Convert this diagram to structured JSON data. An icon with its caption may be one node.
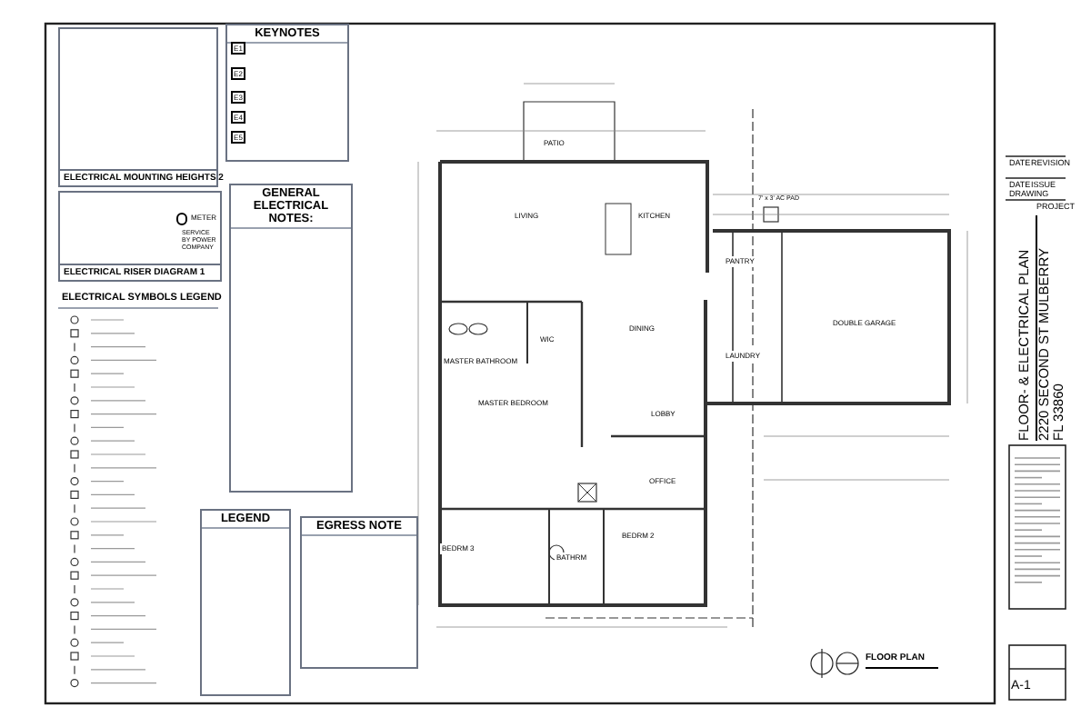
{
  "diagram": {
    "nodes": [
      {
        "text": [
          "ELECTRICAL MOUNTING HEIGHTS 2"
        ]
      },
      {
        "text": [
          "KEYNOTES"
        ]
      },
      {
        "text": [
          "ELECTRICAL RISER DIAGRAM 1"
        ]
      },
      {
        "text": [
          "GENERAL ELECTRICAL NOTES:"
        ]
      },
      {
        "text": [
          "ELECTRICAL SYMBOLS LEGEND"
        ]
      },
      {
        "text": [
          "LEGEND"
        ]
      },
      {
        "text": [
          "EGRESS NOTE"
        ]
      },
      {
        "text": [
          "E1"
        ],
        "in": 1
      },
      {
        "text": [
          "E2"
        ],
        "in": 1
      },
      {
        "text": [
          "E3"
        ],
        "in": 1
      },
      {
        "text": [
          "E4"
        ],
        "in": 1
      },
      {
        "text": [
          "E5"
        ],
        "in": 1
      },
      {
        "text": [
          "METER"
        ],
        "in": 2
      },
      {
        "text": [
          "PATIO"
        ]
      },
      {
        "text": [
          "LIVING"
        ]
      },
      {
        "text": [
          "KITCHEN"
        ]
      },
      {
        "text": [
          "PANTRY"
        ]
      },
      {
        "text": [
          "DINING"
        ]
      },
      {
        "text": [
          "DOUBLE GARAGE"
        ]
      },
      {
        "text": [
          "MASTER BATHROOM"
        ]
      },
      {
        "text": [
          "WIC"
        ]
      },
      {
        "text": [
          "LAUNDRY"
        ]
      },
      {
        "text": [
          "MASTER BEDROOM"
        ]
      },
      {
        "text": [
          "LOBBY"
        ]
      },
      {
        "text": [
          "OFFICE"
        ]
      },
      {
        "text": [
          "BEDRM 3"
        ]
      },
      {
        "text": [
          "BATHRM"
        ]
      },
      {
        "text": [
          "BEDRM 2"
        ]
      },
      {
        "text": [
          "FLOOR- & ELECTRICAL PLAN",
          "2220 SECOND ST MULBERRY",
          "FL 33860"
        ]
      }
    ],
    "labels": [
      "SERVICE BY POWER COMPANY",
      "7' x 3' AC PAD",
      "FLOOR PLAN",
      "DATE",
      "REVISION",
      "DATE",
      "ISSUE",
      "DRAWING",
      "PROJECT",
      "A-1"
    ]
  }
}
